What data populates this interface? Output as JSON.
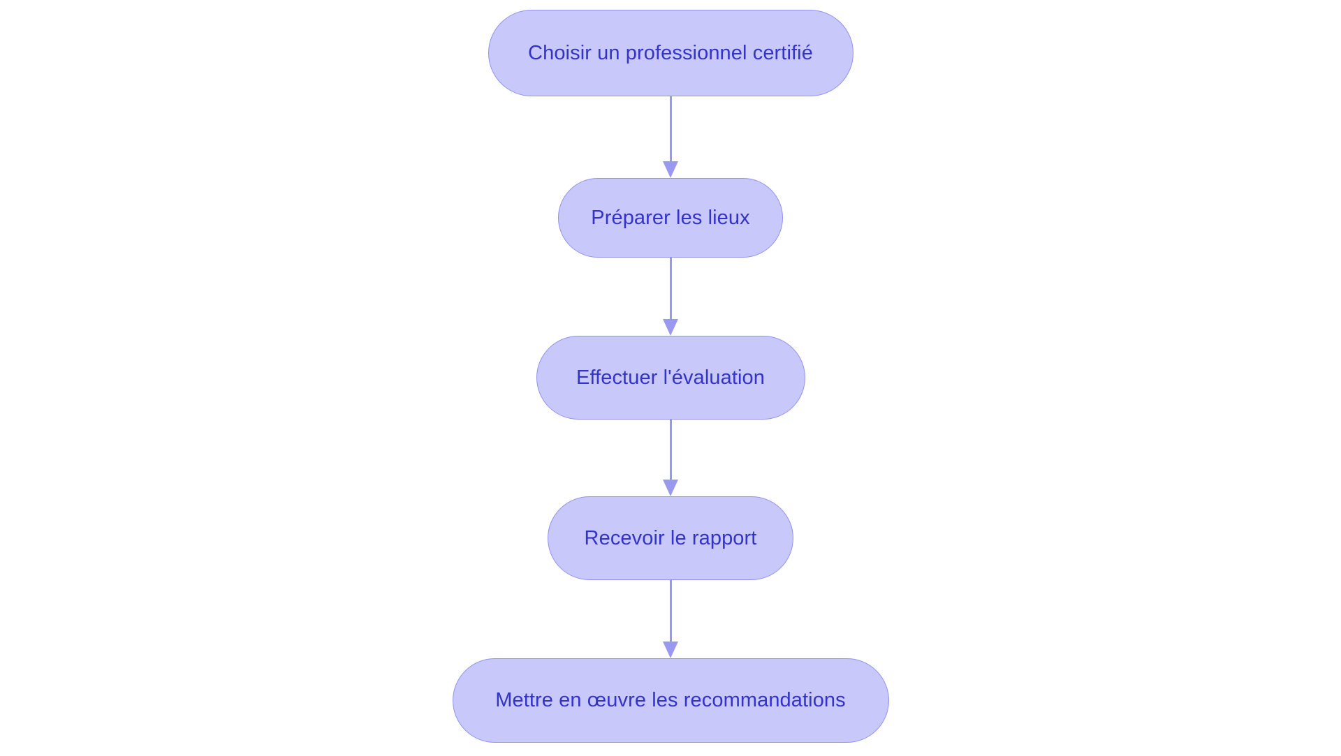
{
  "diagram": {
    "type": "flowchart",
    "direction": "top-to-bottom",
    "background_color": "#ffffff",
    "node_fill_color": "#c8c8fa",
    "node_border_color": "#9292ee",
    "node_text_color": "#3333cc",
    "edge_color": "#9999f0",
    "node_shape": "stadium",
    "nodes": [
      {
        "id": "n1",
        "label": "Choisir un professionnel certifié"
      },
      {
        "id": "n2",
        "label": "Préparer les lieux"
      },
      {
        "id": "n3",
        "label": "Effectuer l'évaluation"
      },
      {
        "id": "n4",
        "label": "Recevoir le rapport"
      },
      {
        "id": "n5",
        "label": "Mettre en œuvre les recommandations"
      }
    ],
    "edges": [
      {
        "from": "n1",
        "to": "n2",
        "label": "",
        "arrow": "arrow-down-icon"
      },
      {
        "from": "n2",
        "to": "n3",
        "label": "",
        "arrow": "arrow-down-icon"
      },
      {
        "from": "n3",
        "to": "n4",
        "label": "",
        "arrow": "arrow-down-icon"
      },
      {
        "from": "n4",
        "to": "n5",
        "label": "",
        "arrow": "arrow-down-icon"
      }
    ]
  }
}
